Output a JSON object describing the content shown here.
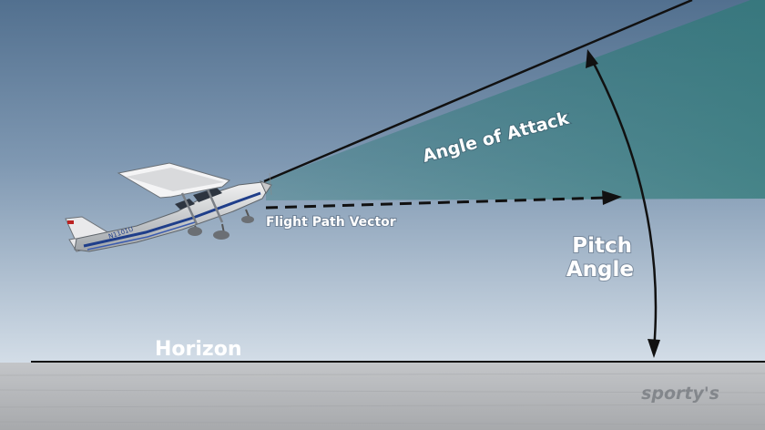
{
  "labels": {
    "angle_of_attack": "Angle of Attack",
    "flight_path_vector": "Flight Path Vector",
    "pitch_line1": "Pitch",
    "pitch_line2": "Angle",
    "horizon": "Horizon",
    "aircraft_registration": "N1101U",
    "brand": "sporty's"
  },
  "colors": {
    "sky_top": "#52708f",
    "sky_bottom": "#c9d6e2",
    "ground": "#b3b5b8",
    "aoa_wedge": "#2f7a78",
    "lines": "#111111",
    "text": "#ffffff"
  },
  "icons": {
    "aircraft": "cessna-172-icon",
    "arrowhead": "arrowhead-icon"
  }
}
